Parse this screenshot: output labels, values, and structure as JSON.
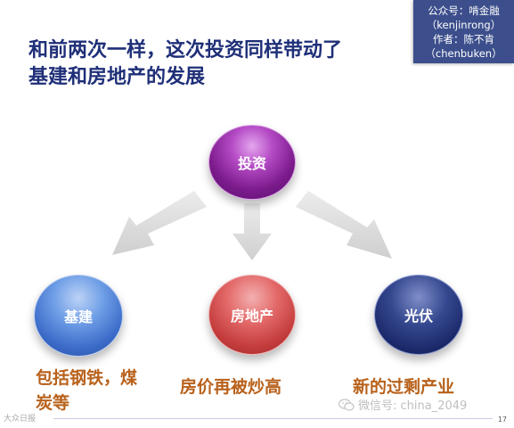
{
  "title": {
    "line1": "和前两次一样，这次投资同样带动了",
    "line2": "基建和房地产的发展"
  },
  "badge": {
    "line1": "公众号：啃金融",
    "line2": "（kenjinrong）",
    "line3": "作者：陈不肯",
    "line4": "（chenbuken）"
  },
  "nodes": {
    "invest": "投资",
    "infrastructure": "基建",
    "real_estate": "房地产",
    "photovoltaic": "光伏"
  },
  "captions": {
    "infrastructure": "包括钢铁，煤炭等",
    "real_estate": "房价再被炒高",
    "photovoltaic": "新的过剩产业"
  },
  "footer": {
    "wechat": "微信号: china_2049",
    "watermark": "大众日报",
    "page_number": "17"
  },
  "colors": {
    "title": "#1f2f78",
    "caption": "#b8611b",
    "invest": "#7c1b8c",
    "infrastructure": "#3b6bc8",
    "real_estate": "#c43c3c",
    "photovoltaic": "#1a2868",
    "arrow": "#dcdcdc"
  }
}
